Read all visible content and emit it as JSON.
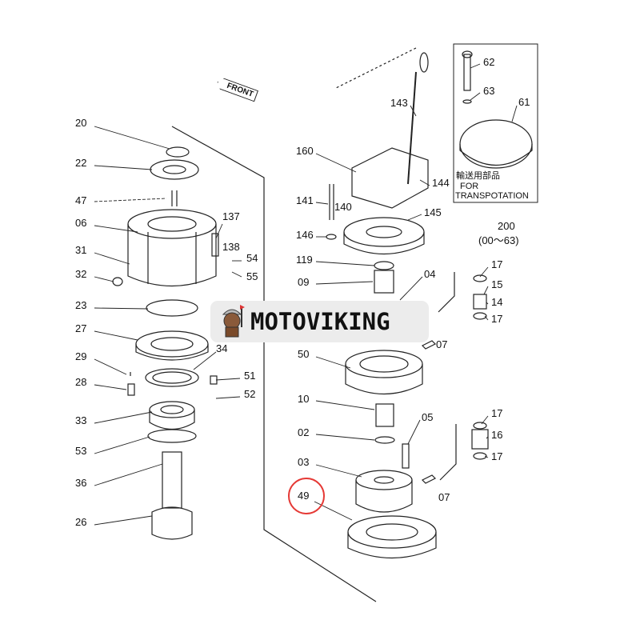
{
  "front_label": "FRONT",
  "logo": {
    "text": "MOTOVIKING"
  },
  "transport_box": {
    "jp": "輸送用部品",
    "line1": "FOR",
    "line2": "TRANSPOTATION",
    "parts": [
      "62",
      "63",
      "61"
    ]
  },
  "serial": {
    "number": "200",
    "range": "(00～63)"
  },
  "highlight": {
    "label": "49",
    "color": "#e53935"
  },
  "labels": {
    "l20": "20",
    "l22": "22",
    "l47": "47",
    "l06": "06",
    "l31": "31",
    "l32": "32",
    "l23": "23",
    "l27": "27",
    "l29": "29",
    "l28": "28",
    "l33": "33",
    "l53": "53",
    "l36": "36",
    "l26": "26",
    "l137": "137",
    "l138": "138",
    "l54": "54",
    "l55": "55",
    "l34": "34",
    "l51": "51",
    "l52": "52",
    "l143": "143",
    "l160": "160",
    "l144": "144",
    "l141": "141",
    "l140": "140",
    "l145": "145",
    "l146": "146",
    "l119": "119",
    "l09": "09",
    "l04": "04",
    "l50": "50",
    "l10": "10",
    "l02": "02",
    "l05": "05",
    "l03": "03",
    "l07a": "07",
    "l07b": "07",
    "l17a": "17",
    "l15": "15",
    "l14": "14",
    "l17b": "17",
    "l17c": "17",
    "l16": "16",
    "l17d": "17"
  }
}
